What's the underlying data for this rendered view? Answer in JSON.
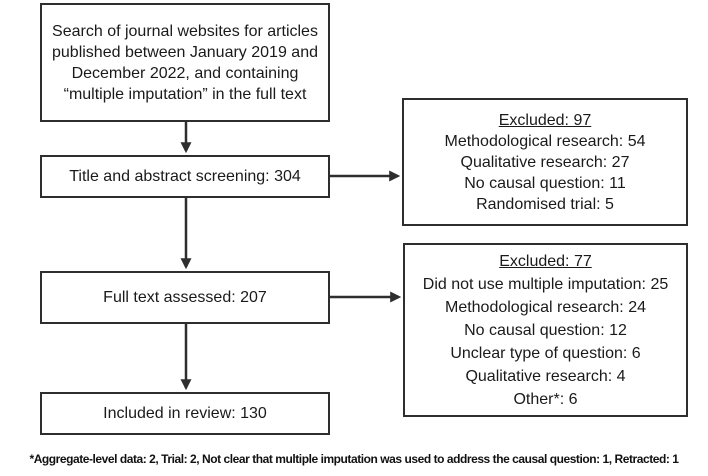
{
  "flow": {
    "search_box": "Search of journal websites for articles published between January 2019 and December 2022, and containing “multiple imputation” in the full text",
    "screening_box": "Title and abstract screening: 304",
    "fulltext_box": "Full text assessed: 207",
    "included_box": "Included in review: 130"
  },
  "excluded_screening": {
    "title": "Excluded: 97",
    "items": [
      "Methodological research: 54",
      "Qualitative research: 27",
      "No causal question: 11",
      "Randomised trial: 5"
    ]
  },
  "excluded_fulltext": {
    "title": "Excluded: 77",
    "items": [
      "Did not use multiple imputation: 25",
      "Methodological research: 24",
      "No causal question: 12",
      "Unclear type of question: 6",
      "Qualitative research: 4",
      "Other*: 6"
    ]
  },
  "footnote": "*Aggregate-level data: 2, Trial: 2, Not clear that multiple imputation was used to address the causal question: 1, Retracted: 1",
  "colors": {
    "border": "#2e2e2e",
    "text": "#1a1a1a",
    "background": "#ffffff"
  }
}
